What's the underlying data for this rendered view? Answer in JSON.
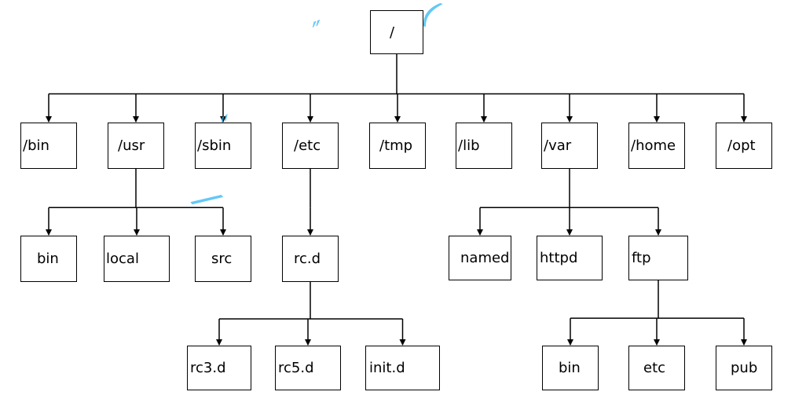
{
  "diagram": {
    "type": "directory-tree",
    "nodes": {
      "root": "/",
      "bin": "/bin",
      "usr": "/usr",
      "sbin": "/sbin",
      "etc": "/etc",
      "tmp": "/tmp",
      "lib": "/lib",
      "var": "/var",
      "home": "/home",
      "opt": "/opt",
      "usr_bin": "bin",
      "usr_local": "local",
      "usr_src": "src",
      "etc_rcd": "rc.d",
      "rc3": "rc3.d",
      "rc5": "rc5.d",
      "initd": "init.d",
      "named": "named",
      "httpd": "httpd",
      "ftp": "ftp",
      "ftp_bin": "bin",
      "ftp_etc": "etc",
      "ftp_pub": "pub"
    },
    "edges": [
      [
        "root",
        "bin"
      ],
      [
        "root",
        "usr"
      ],
      [
        "root",
        "sbin"
      ],
      [
        "root",
        "etc"
      ],
      [
        "root",
        "tmp"
      ],
      [
        "root",
        "lib"
      ],
      [
        "root",
        "var"
      ],
      [
        "root",
        "home"
      ],
      [
        "root",
        "opt"
      ],
      [
        "usr",
        "usr_bin"
      ],
      [
        "usr",
        "usr_local"
      ],
      [
        "usr",
        "usr_src"
      ],
      [
        "etc",
        "etc_rcd"
      ],
      [
        "etc_rcd",
        "rc3"
      ],
      [
        "etc_rcd",
        "rc5"
      ],
      [
        "etc_rcd",
        "initd"
      ],
      [
        "var",
        "named"
      ],
      [
        "var",
        "httpd"
      ],
      [
        "var",
        "ftp"
      ],
      [
        "ftp",
        "ftp_bin"
      ],
      [
        "ftp",
        "ftp_etc"
      ],
      [
        "ftp",
        "ftp_pub"
      ]
    ],
    "line_color": "#000000",
    "watermark_color": "#2fb6f6"
  }
}
